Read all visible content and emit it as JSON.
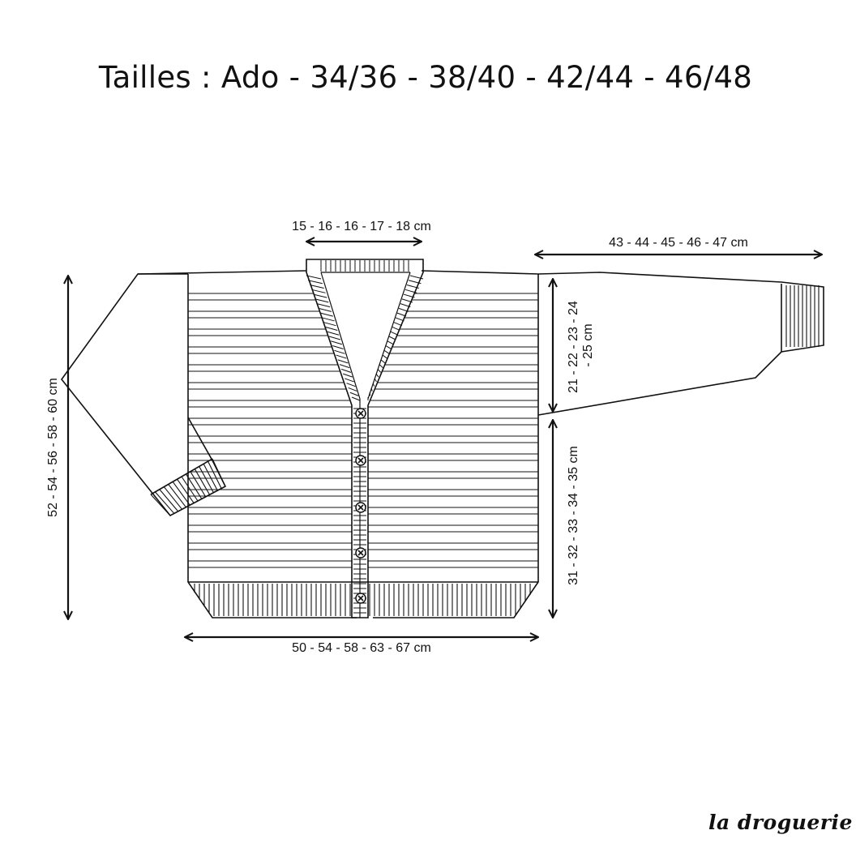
{
  "title": "Tailles : Ado - 34/36 - 38/40 - 42/44 - 46/48",
  "measurements": {
    "neck_width": "15 - 16 - 16 - 17 - 18 cm",
    "sleeve_length": "43 - 44 - 45 - 46 - 47 cm",
    "armhole_depth_line1": "21 - 22 - 23 - 24",
    "armhole_depth_line2": "- 25 cm",
    "body_length_to_armhole": "31 - 32 - 33 - 34 - 35 cm",
    "total_length": "52 - 54 - 56 - 58 - 60 cm",
    "body_width": "50 - 54 - 58 - 63 - 67 cm"
  },
  "brand": "la droguerie"
}
